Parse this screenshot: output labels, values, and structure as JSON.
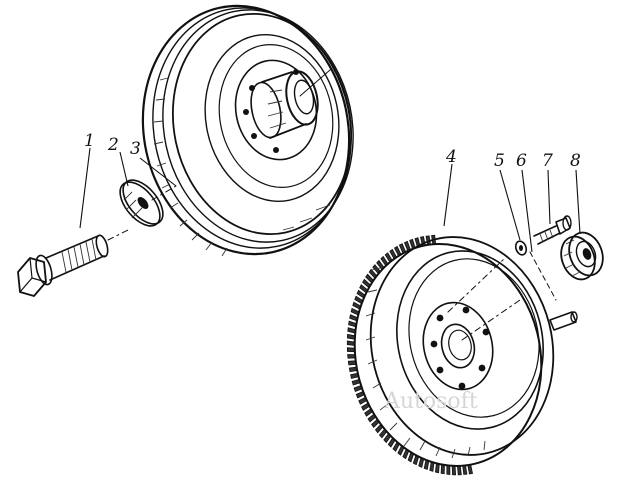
{
  "callouts": [
    {
      "id": "1",
      "label": "1"
    },
    {
      "id": "2",
      "label": "2"
    },
    {
      "id": "3",
      "label": "3"
    },
    {
      "id": "4",
      "label": "4"
    },
    {
      "id": "5",
      "label": "5"
    },
    {
      "id": "6",
      "label": "6"
    },
    {
      "id": "7",
      "label": "7"
    },
    {
      "id": "8",
      "label": "8"
    }
  ],
  "watermark": "Autosoft",
  "colors": {
    "ink": "#111111",
    "background": "#ffffff",
    "watermark": "#d6d6d6"
  }
}
